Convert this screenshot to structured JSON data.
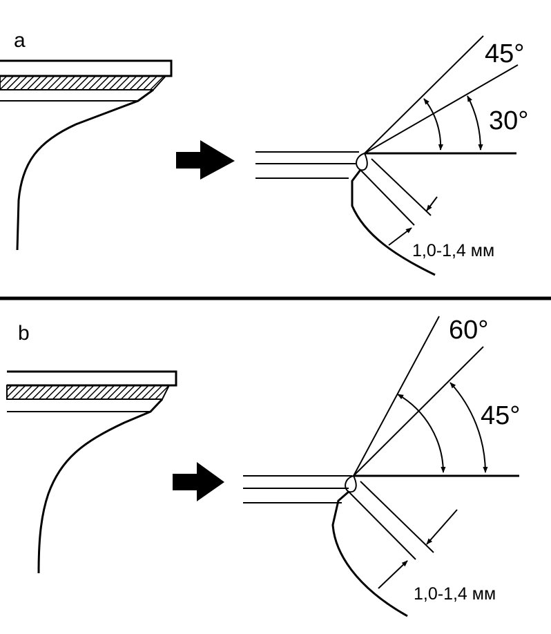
{
  "diagram": {
    "panel_a": {
      "label": "a",
      "angle_outer": "45°",
      "angle_inner": "30°",
      "measurement": "1,0-1,4 мм"
    },
    "panel_b": {
      "label": "b",
      "angle_outer": "60°",
      "angle_inner": "45°",
      "measurement": "1,0-1,4 мм"
    },
    "colors": {
      "ink": "#000000",
      "background": "#ffffff"
    }
  }
}
